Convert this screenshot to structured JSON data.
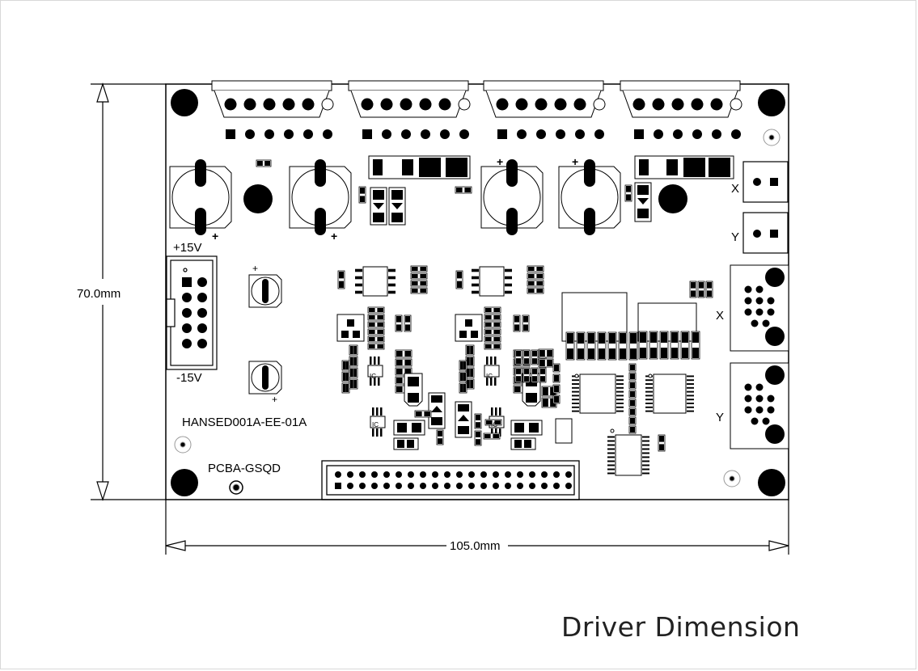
{
  "diagram": {
    "title": "Driver Dimension",
    "height_dim": "70.0mm",
    "width_dim": "105.0mm",
    "board_id": "HANSED001A-EE-01A",
    "pcba_label": "PCBA-GSQD",
    "plus_15v": "+15V",
    "minus_15v": "-15V",
    "axis_x": "X",
    "axis_y": "Y",
    "ic_text": "IC",
    "plus_sign": "+"
  }
}
